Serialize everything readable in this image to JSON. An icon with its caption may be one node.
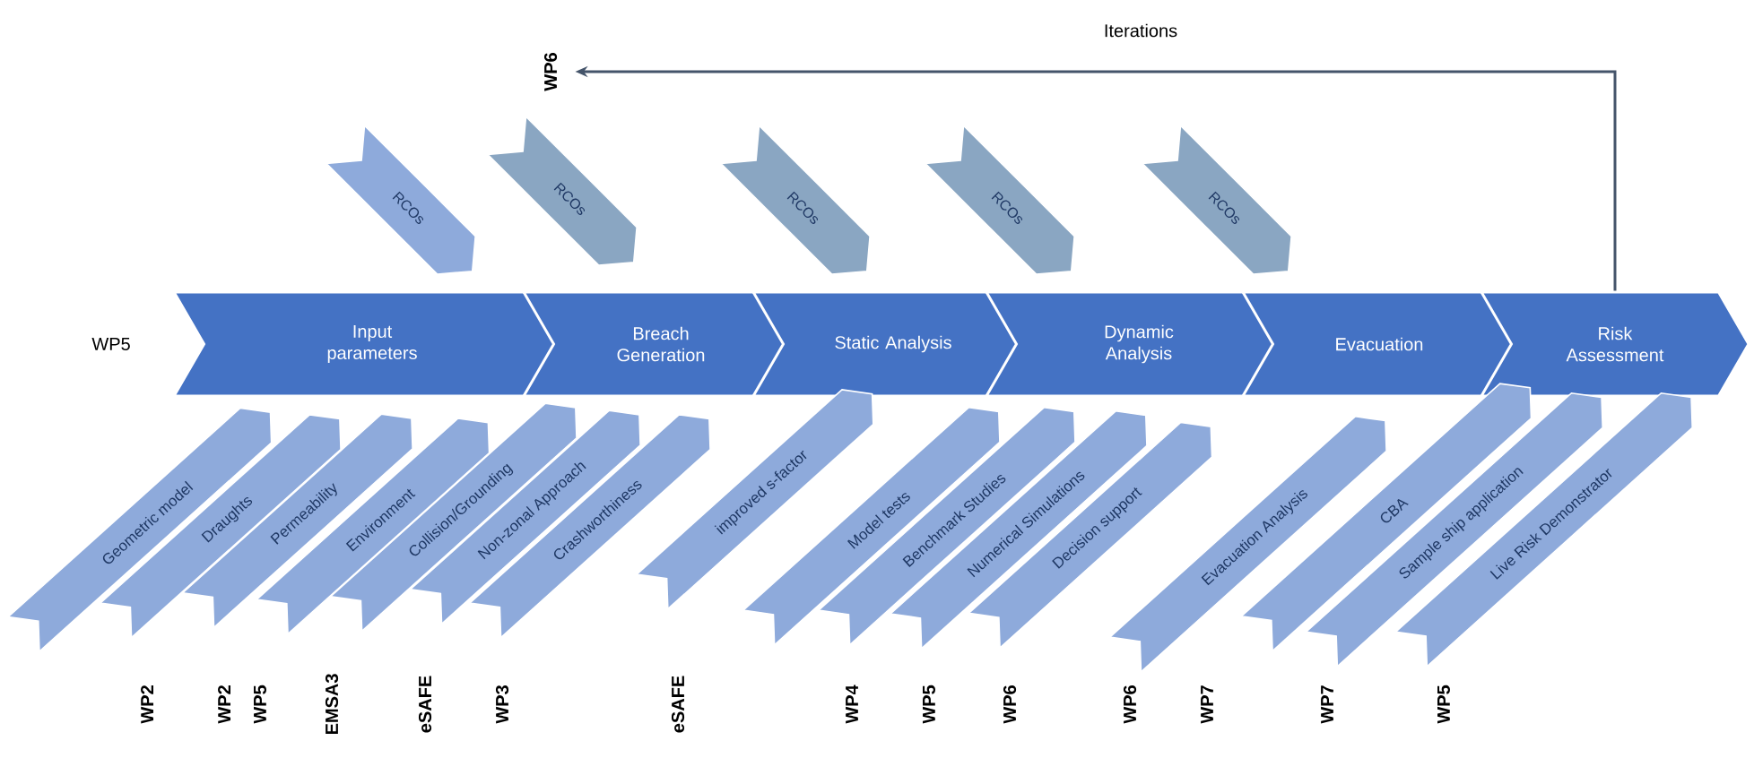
{
  "diagram": {
    "nodes": [
      {
        "text": [
          "Input parameters"
        ]
      },
      {
        "text": [
          "Breach Generation"
        ]
      },
      {
        "text": [
          "Static Analysis"
        ]
      },
      {
        "text": [
          "Dynamic Analysis"
        ]
      },
      {
        "text": [
          "Evacuation"
        ]
      },
      {
        "text": [
          "Risk Assessment"
        ]
      },
      {
        "text": [
          "RCOs"
        ]
      },
      {
        "text": [
          "RCOs"
        ]
      },
      {
        "text": [
          "RCOs"
        ]
      },
      {
        "text": [
          "RCOs"
        ]
      },
      {
        "text": [
          "RCOs"
        ]
      },
      {
        "text": [
          "Geometric model"
        ]
      },
      {
        "text": [
          "Draughts"
        ]
      },
      {
        "text": [
          "Permeability"
        ]
      },
      {
        "text": [
          "Environment"
        ]
      },
      {
        "text": [
          "Collision/Grounding"
        ]
      },
      {
        "text": [
          "Non-zonal Approach"
        ]
      },
      {
        "text": [
          "Crashworthiness"
        ]
      },
      {
        "text": [
          "improved s-factor"
        ]
      },
      {
        "text": [
          "Model tests"
        ]
      },
      {
        "text": [
          "Benchmark Studies"
        ]
      },
      {
        "text": [
          "Numerical Simulations"
        ]
      },
      {
        "text": [
          "Decision support"
        ]
      },
      {
        "text": [
          "Evacuation Analysis"
        ]
      },
      {
        "text": [
          "CBA"
        ]
      },
      {
        "text": [
          "Sample ship application"
        ]
      },
      {
        "text": [
          "Live Risk Demonstrator"
        ]
      },
      {
        "text": [
          "WP6"
        ]
      }
    ],
    "edges": [
      {
        "from": 5,
        "to": 27,
        "arrow": "to",
        "label": "Iterations"
      }
    ],
    "labels": [
      "WP5",
      "WP2",
      "WP2",
      "WP5",
      "EMSA3",
      "eSAFE",
      "WP3",
      "eSAFE",
      "WP4",
      "WP5",
      "WP6",
      "WP6",
      "WP7",
      "WP7",
      "WP5"
    ]
  }
}
